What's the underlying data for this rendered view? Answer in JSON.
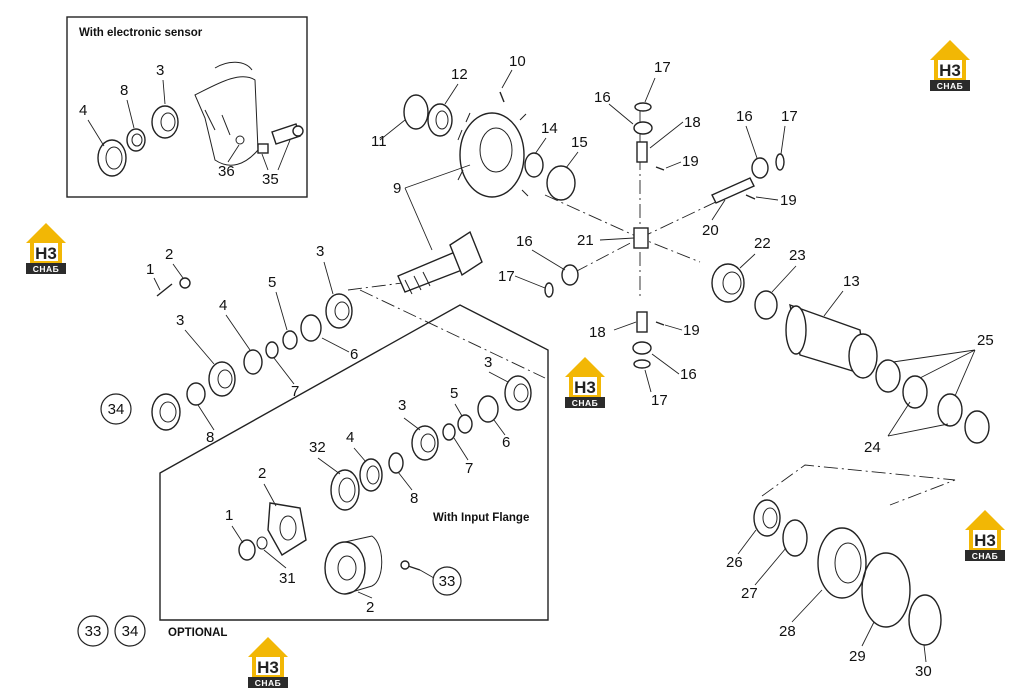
{
  "insets": {
    "sensor_title": "With electronic sensor",
    "flange_title": "With Input Flange"
  },
  "optional": {
    "badges": [
      "33",
      "34"
    ],
    "label": "OPTIONAL"
  },
  "logo": {
    "mark": "H3",
    "text": "СНАБ",
    "colors": {
      "roof": "#f2b705",
      "body": "#f2b705",
      "band": "#2b2b2b"
    }
  },
  "callouts": {
    "s4": "4",
    "s8": "8",
    "s3": "3",
    "s36": "36",
    "s35": "35",
    "c10": "10",
    "c12": "12",
    "c11": "11",
    "c9": "9",
    "c14": "14",
    "c15": "15",
    "c17a": "17",
    "c16a": "16",
    "c18a": "18",
    "c19a": "19",
    "c16b": "16",
    "c17b": "17",
    "c19b": "19",
    "c20": "20",
    "c21": "21",
    "c16c": "16",
    "c17c": "17",
    "c22": "22",
    "c23": "23",
    "c13": "13",
    "c18b": "18",
    "c19c": "19",
    "c16d": "16",
    "c17d": "17",
    "c25": "25",
    "c24": "24",
    "c2a": "2",
    "c1a": "1",
    "c3a": "3",
    "c5a": "5",
    "c4a": "4",
    "c3b": "3",
    "c6a": "6",
    "c7a": "7",
    "c34": "34",
    "c8a": "8",
    "c3c": "3",
    "c5b": "5",
    "c3d": "3",
    "c6b": "6",
    "c7b": "7",
    "c32": "32",
    "c4b": "4",
    "c8b": "8",
    "c2b": "2",
    "c1b": "1",
    "c31": "31",
    "c2c": "2",
    "c33": "33",
    "c26": "26",
    "c27": "27",
    "c28": "28",
    "c29": "29",
    "c30": "30"
  }
}
